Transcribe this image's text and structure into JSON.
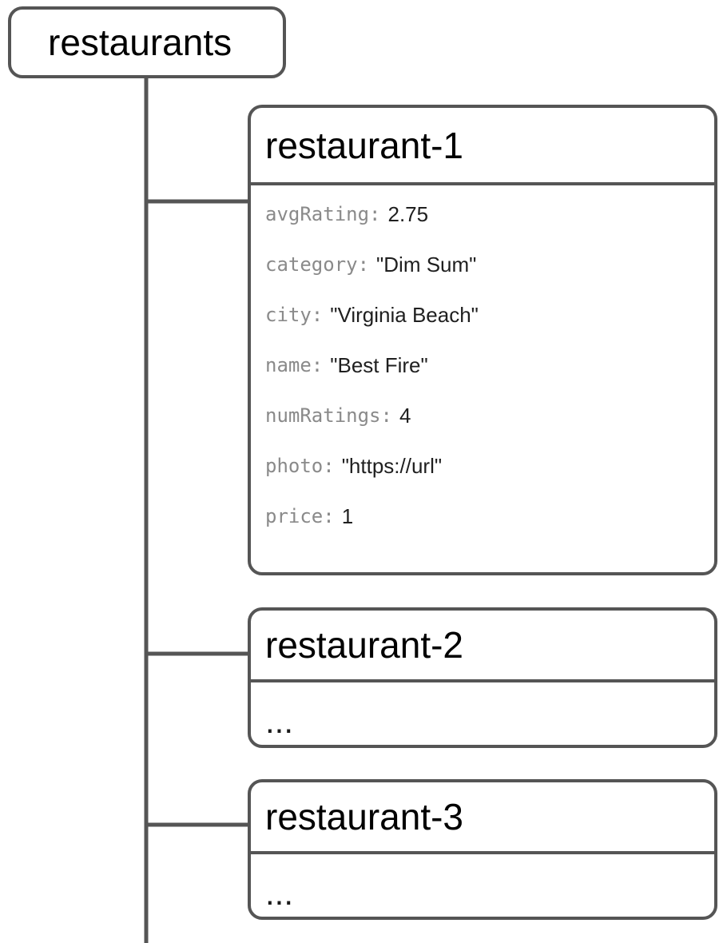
{
  "diagram": {
    "type": "database-hierarchy-tree",
    "root": {
      "label": "restaurants",
      "kind": "collection"
    },
    "documents": [
      {
        "title": "restaurant-1",
        "kind": "document",
        "expanded": true,
        "fields": [
          {
            "key": "avgRating:",
            "value": "2.75"
          },
          {
            "key": "category:",
            "value": "\"Dim Sum\""
          },
          {
            "key": "city:",
            "value": "\"Virginia Beach\""
          },
          {
            "key": "name:",
            "value": "\"Best Fire\""
          },
          {
            "key": "numRatings:",
            "value": "4"
          },
          {
            "key": "photo:",
            "value": "\"https://url\""
          },
          {
            "key": "price:",
            "value": "1"
          }
        ]
      },
      {
        "title": "restaurant-2",
        "kind": "document",
        "expanded": false,
        "collapsed_text": "...",
        "fields": []
      },
      {
        "title": "restaurant-3",
        "kind": "document",
        "expanded": false,
        "collapsed_text": "...",
        "fields": []
      }
    ],
    "colors": {
      "stroke": "#555555",
      "node_background": "#ffffff",
      "title_text": "#000000",
      "field_key_text": "#8a8a8a",
      "field_value_text": "#1f1f1f",
      "canvas_background": "#ffffff"
    }
  }
}
